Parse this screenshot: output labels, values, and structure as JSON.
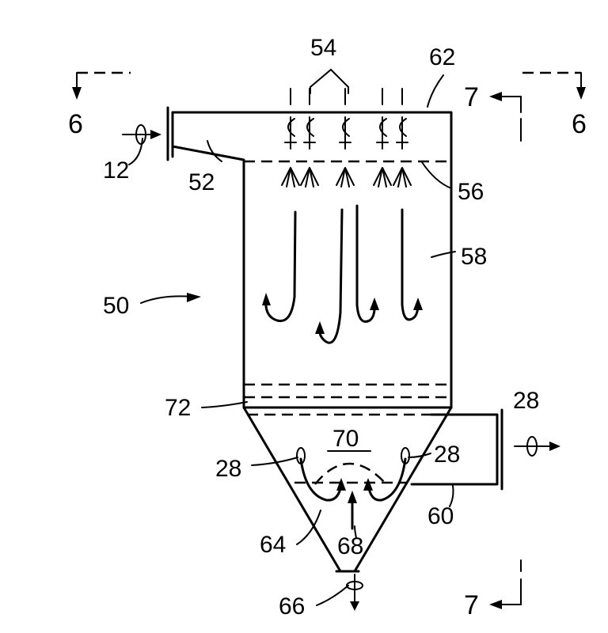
{
  "figure": {
    "labels": {
      "l54": "54",
      "l62": "62",
      "l6_left": "6",
      "l6_right": "6",
      "l7_top": "7",
      "l7_bottom": "7",
      "l12": "12",
      "l52": "52",
      "l56": "56",
      "l58": "58",
      "l50": "50",
      "l72": "72",
      "l70": "70",
      "l28_left": "28",
      "l28_right": "28",
      "l28_outlet": "28",
      "l60": "60",
      "l64": "64",
      "l68": "68",
      "l66": "66"
    },
    "colors": {
      "ink": "#000000",
      "paper": "#ffffff"
    },
    "nozzle_icons": [
      "nozzle-icon",
      "nozzle-icon",
      "nozzle-icon",
      "nozzle-icon",
      "nozzle-icon"
    ]
  }
}
